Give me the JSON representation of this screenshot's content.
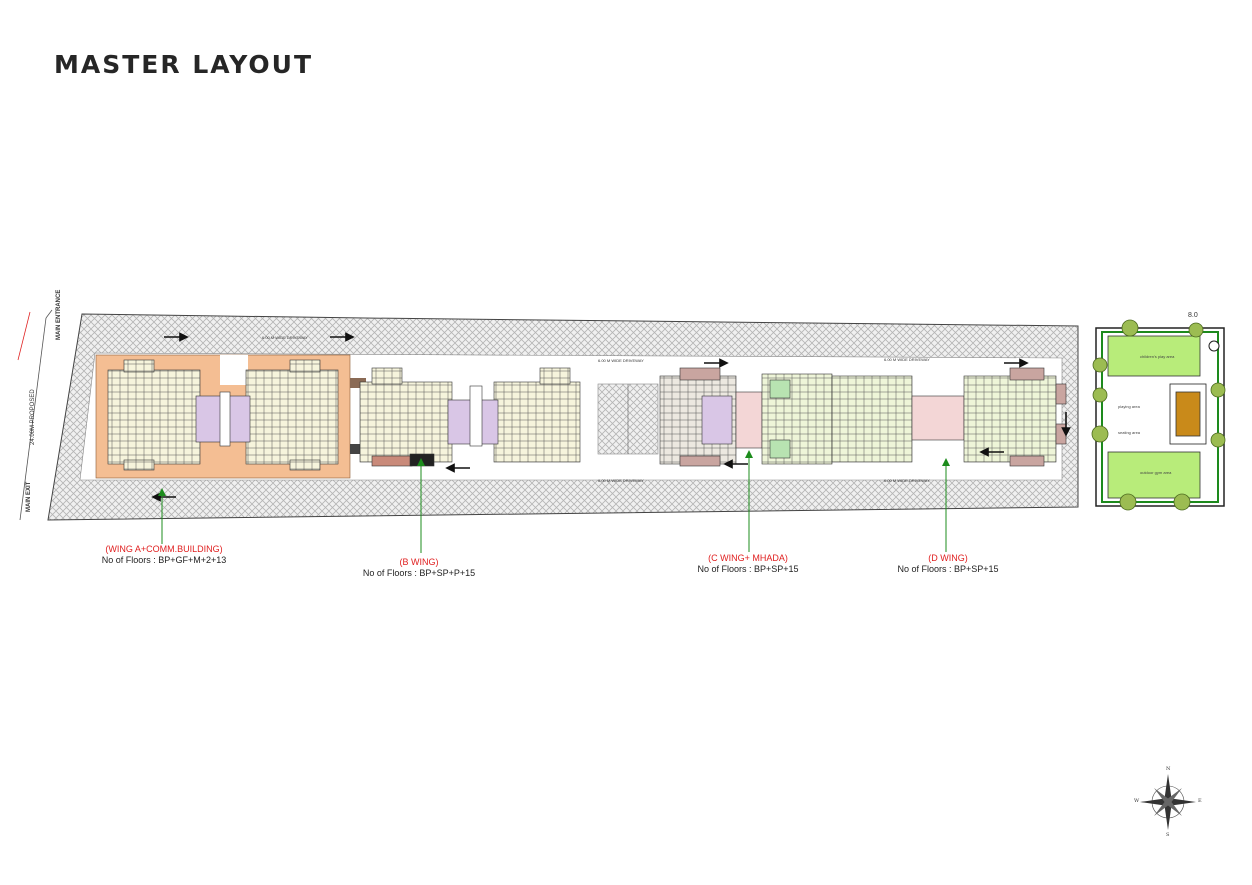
{
  "title": "MASTER LAYOUT",
  "wings": [
    {
      "name": "(WING A+COMM.BUILDING)",
      "floors": "No of Floors : BP+GF+M+2+13"
    },
    {
      "name": "(B WING)",
      "floors": "No of Floors : BP+SP+P+15"
    },
    {
      "name": "(C WING+ MHADA)",
      "floors": "No of Floors : BP+SP+15"
    },
    {
      "name": "(D WING)",
      "floors": "No of Floors : BP+SP+15"
    }
  ],
  "roads": {
    "proposed": "24.00M PROPOSED",
    "main_entrance": "MAIN ENTRANCE",
    "main_exit": "MAIN EXIT",
    "driveway_top_left": "6.00 M WIDE DRIVEWAY",
    "driveway_top_mid": "6.00 M WIDE DRIVEWAY",
    "driveway_top_right": "6.00 M WIDE DRIVEWAY",
    "driveway_bottom_mid": "6.00 M WIDE DRIVEWAY",
    "driveway_bottom_right": "6.00 M WIDE DRIVEWAY",
    "road_width": "8.0"
  },
  "garden": {
    "top_area": "children's play area",
    "play_area": "playing area",
    "seating_area": "seating area",
    "bottom_area": "outdoor gym area"
  },
  "compass": {
    "n": "N",
    "s": "S",
    "e": "E",
    "w": "W"
  },
  "colors": {
    "wing_a_fill": "#f4be93",
    "plan_fill": "#f5f5dd",
    "lobby_fill": "#d9c6e6",
    "c_wing_fill": "#c9a5a0",
    "d_wing_fill": "#b8e3b1",
    "garden_fill": "#b8ec7a",
    "hatch": "#bdbdbd",
    "label_red": "#e02020",
    "arrow_green": "#1c8c1c"
  }
}
